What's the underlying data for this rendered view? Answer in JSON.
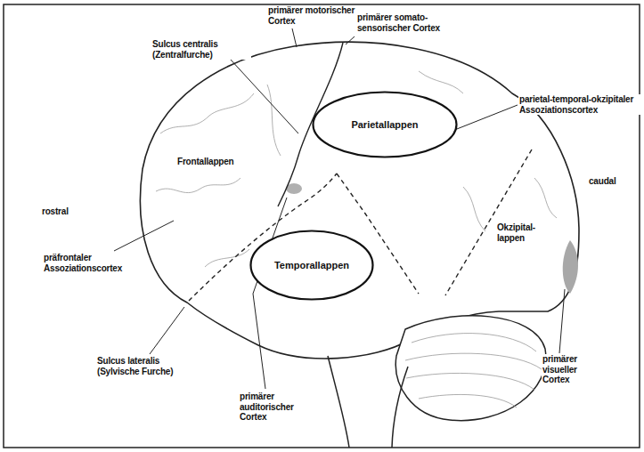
{
  "diagram": {
    "nodes": [
      {
        "text": [
          "Parietallappen"
        ]
      },
      {
        "text": [
          "Temporallappen"
        ]
      }
    ],
    "labels": [
      "primärer motorischer Cortex",
      "Sulcus centralis (Zentralfurche)",
      "primärer somato- sensorischer Cortex",
      "parietal-temporal-okzipitaler Assoziationscortex",
      "rostral",
      "Frontallappen",
      "caudal",
      "Okzipital- lappen",
      "präfrontaler Assoziationscortex",
      "primärer visueller Cortex",
      "Sulcus lateralis (Sylvische Furche)",
      "primärer auditorischer Cortex"
    ]
  }
}
